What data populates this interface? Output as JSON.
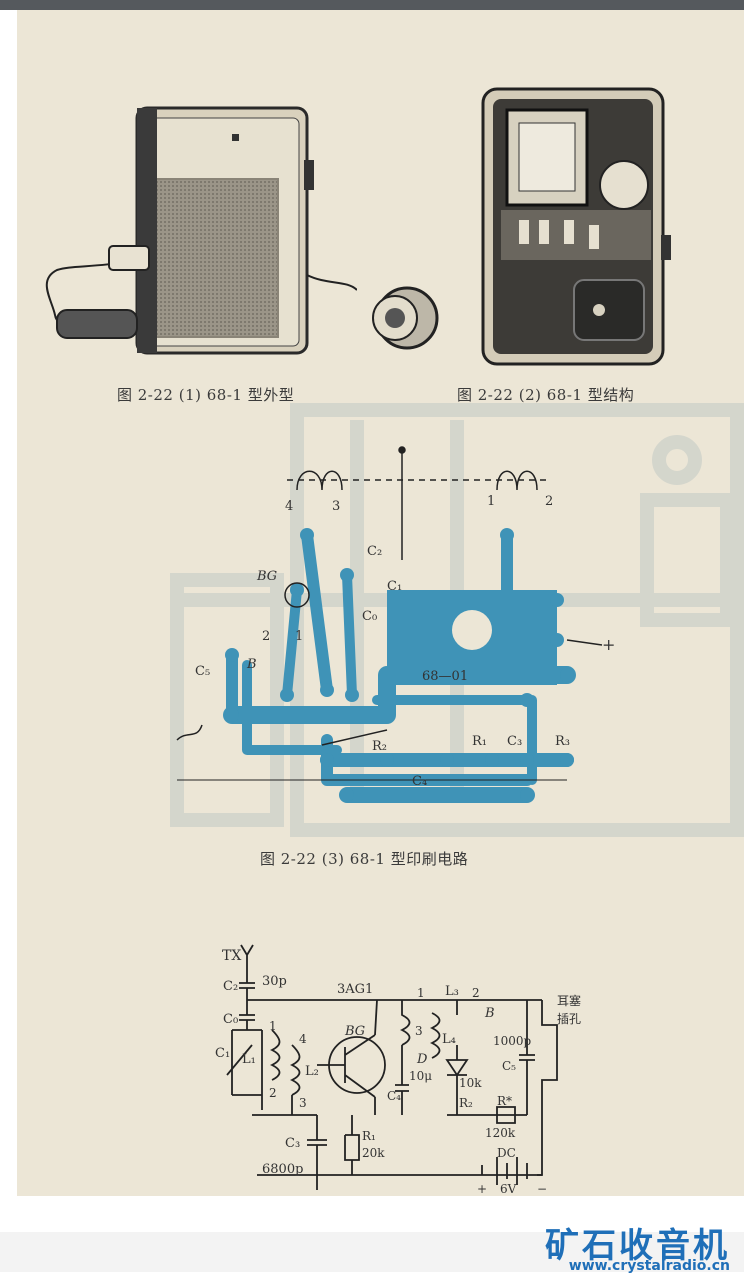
{
  "figures": {
    "fig1_caption": "图 2-22 (1)   68-1 型外型",
    "fig2_caption": "图 2-22 (2)   68-1 型结构",
    "fig3_caption": "图 2-22 (3)   68-1 型印刷电路"
  },
  "pcb": {
    "labels": {
      "bg": "BG",
      "coil_4": "4",
      "coil_3": "3",
      "coil_1": "1",
      "coil_2": "2",
      "c2": "C₂",
      "c1": "C₁",
      "c0": "C₀",
      "c5": "C₅",
      "b": "B",
      "pin2": "2",
      "pin1": "1",
      "board": "68—01",
      "r1": "R₁",
      "c3": "C₃",
      "r3": "R₃",
      "r2": "R₂",
      "c4": "C₄",
      "plus": "+"
    }
  },
  "schematic": {
    "tx": "TX",
    "c2": "C₂",
    "c2_val": "30p",
    "c0": "C₀",
    "c1": "C₁",
    "transistor": "3AG1",
    "l1": "L₁",
    "l2": "L₂",
    "l3": "L₃",
    "l4": "L₄",
    "bg": "BG",
    "b": "B",
    "d": "D",
    "c4": "C₄",
    "c4_val": "10μ",
    "c3": "C₃",
    "c3_val": "6800p",
    "r1": "R₁",
    "r1_val": "20k",
    "r2": "R₂",
    "r2_val": "10k",
    "rstar": "R*",
    "rstar_val": "120k",
    "c5": "C₅",
    "c5_val": "1000p",
    "earphone": "耳塞",
    "jack": "插孔",
    "dc": "DC",
    "battery": "6V",
    "n1": "1",
    "n2": "2",
    "n3": "3",
    "n4": "4",
    "n1b": "1",
    "n2b": "2",
    "n3b": "3",
    "plus": "+",
    "minus": "−"
  },
  "footer": {
    "brand": "矿石收音机",
    "url": "www.crystalradio.cn"
  }
}
